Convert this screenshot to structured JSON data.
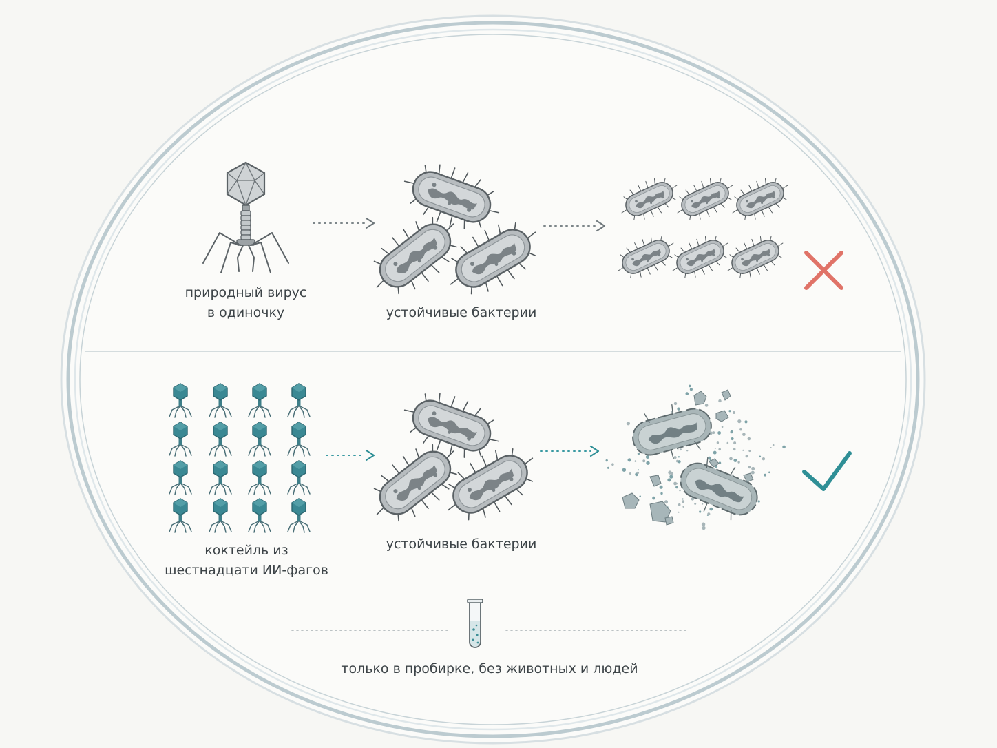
{
  "top_row": {
    "source_label_line1": "природный вирус",
    "source_label_line2": "в одиночку",
    "target_label": "устойчивые бактерии",
    "outcome_icon": "cross-icon",
    "outcome_color": "#e07368"
  },
  "bottom_row": {
    "source_label_line1": "коктейль из",
    "source_label_line2": "шестнадцати ИИ-фагов",
    "target_label": "устойчивые бактерии",
    "outcome_icon": "check-icon",
    "outcome_color": "#2f8f96"
  },
  "footer": {
    "note": "только в пробирке, без животных и людей",
    "icon": "test-tube-icon"
  },
  "colors": {
    "phage_teal": "#3d8c96",
    "phage_grey": "#9aa1a5",
    "bacteria_fill": "#b9bec1",
    "bacteria_stroke": "#5e6569",
    "dish_rim": "#c9d5d9"
  }
}
